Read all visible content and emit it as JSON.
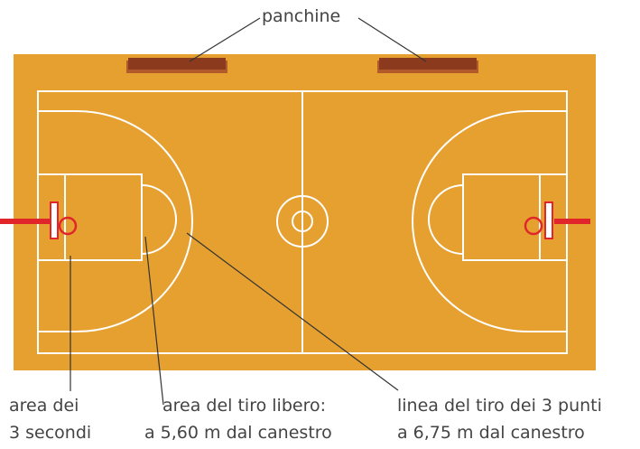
{
  "labels": {
    "benches": "panchine",
    "three_second_area_line1": "area dei",
    "three_second_area_line2": "3 secondi",
    "free_throw_area_line1": "area del tiro libero:",
    "free_throw_area_line2": "a 5,60 m dal canestro",
    "three_point_line_line1": "linea del tiro dei 3 punti",
    "three_point_line_line2": "a 6,75 m dal canestro"
  },
  "colors": {
    "court": "#e6a030",
    "court_lines": "#ffffff",
    "bench": "#8c3a1e",
    "bench_shadow": "#b35a2a",
    "basket_red": "#e0262a",
    "leader_lines": "#333333",
    "label_text": "#444444"
  }
}
